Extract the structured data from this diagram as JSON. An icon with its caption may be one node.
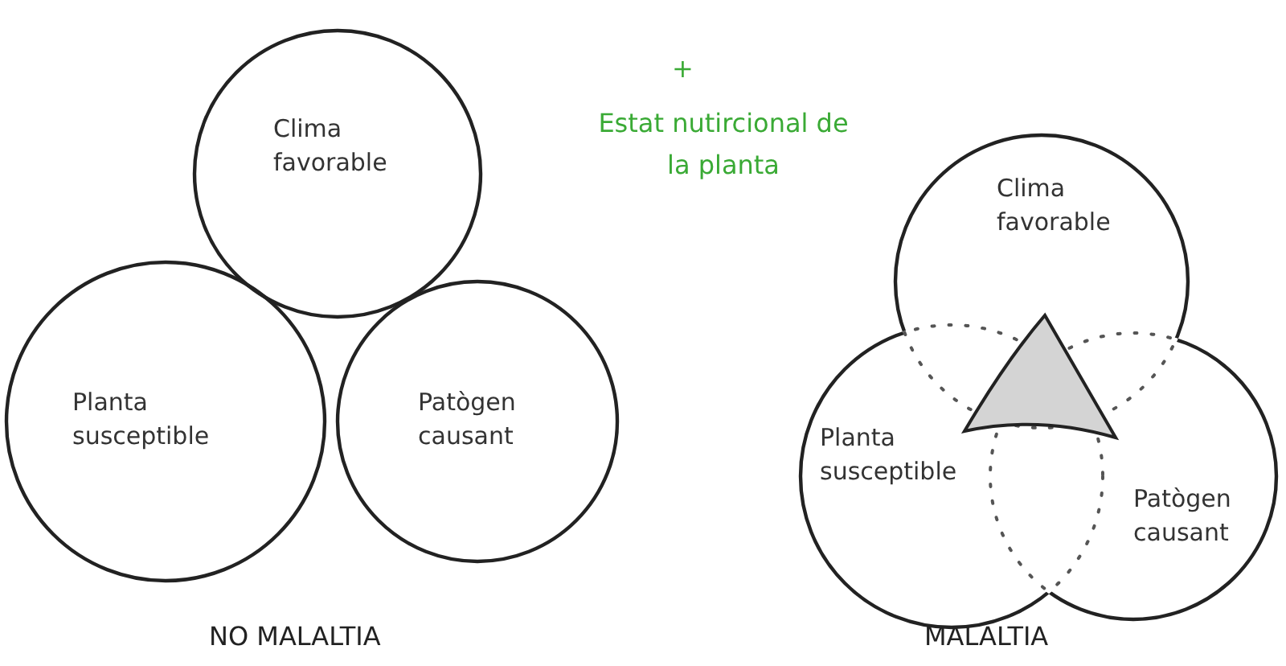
{
  "diagram": {
    "nodes": [
      {
        "text": [
          "Clima favorable"
        ]
      },
      {
        "text": [
          "Planta susceptible"
        ]
      },
      {
        "text": [
          "Patògen causant"
        ]
      },
      {
        "text": [
          "Clima favorable"
        ]
      },
      {
        "text": [
          "Planta susceptible"
        ]
      },
      {
        "text": [
          "Patògen causant"
        ]
      },
      {
        "text": [],
        "shape": "triangle"
      }
    ],
    "labels": [
      "+",
      "Estat nutircional de la planta",
      "NO MALALTIA",
      "MALALTIA"
    ]
  }
}
